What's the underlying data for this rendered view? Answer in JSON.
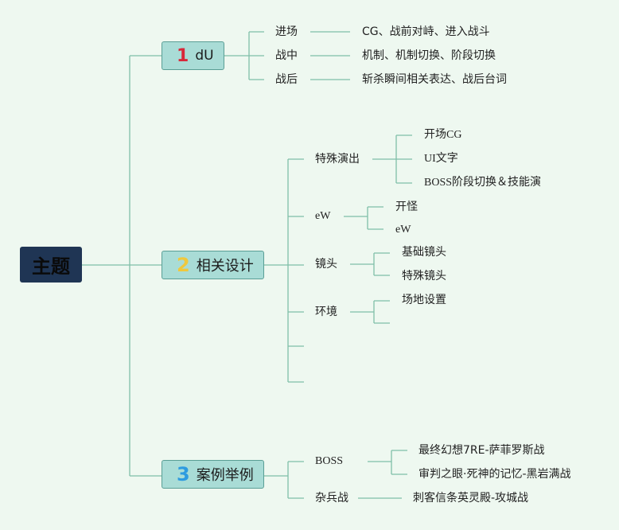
{
  "root": {
    "label": "主题"
  },
  "branches": [
    {
      "num": "1",
      "num_color": "#d8283a",
      "label": "dU",
      "items": [
        {
          "label": "进场",
          "detail": "CG、战前对峙、进入战斗"
        },
        {
          "label": "战中",
          "detail": "机制、机制切换、阶段切换"
        },
        {
          "label": "战后",
          "detail": "斩杀瞬间相关表达、战后台词"
        }
      ]
    },
    {
      "num": "2",
      "num_color": "#f0c83c",
      "label": "相关设计",
      "items": [
        {
          "label": "特殊演出",
          "children": [
            "开场CG",
            "UI文字",
            "BOSS阶段切换＆技能演"
          ]
        },
        {
          "label": "eW",
          "children": [
            "开怪",
            "eW"
          ]
        },
        {
          "label": "镜头",
          "children": [
            "基础镜头",
            "特殊镜头"
          ]
        },
        {
          "label": "环境",
          "children": [
            "场地设置"
          ]
        }
      ]
    },
    {
      "num": "3",
      "num_color": "#2e9be0",
      "label": "案例举例",
      "items": [
        {
          "label": "BOSS",
          "children": [
            "最终幻想7RE-萨菲罗斯战",
            "审判之眼·死神的记忆-黑岩满战"
          ]
        },
        {
          "label": "杂兵战",
          "children": [
            "刺客信条英灵殿-攻城战"
          ]
        }
      ]
    }
  ],
  "colors": {
    "line": "#7fbfa8",
    "background": "#eef8f0",
    "root_fill": "#1f3554",
    "topic_fill": "#a9dcd6"
  }
}
